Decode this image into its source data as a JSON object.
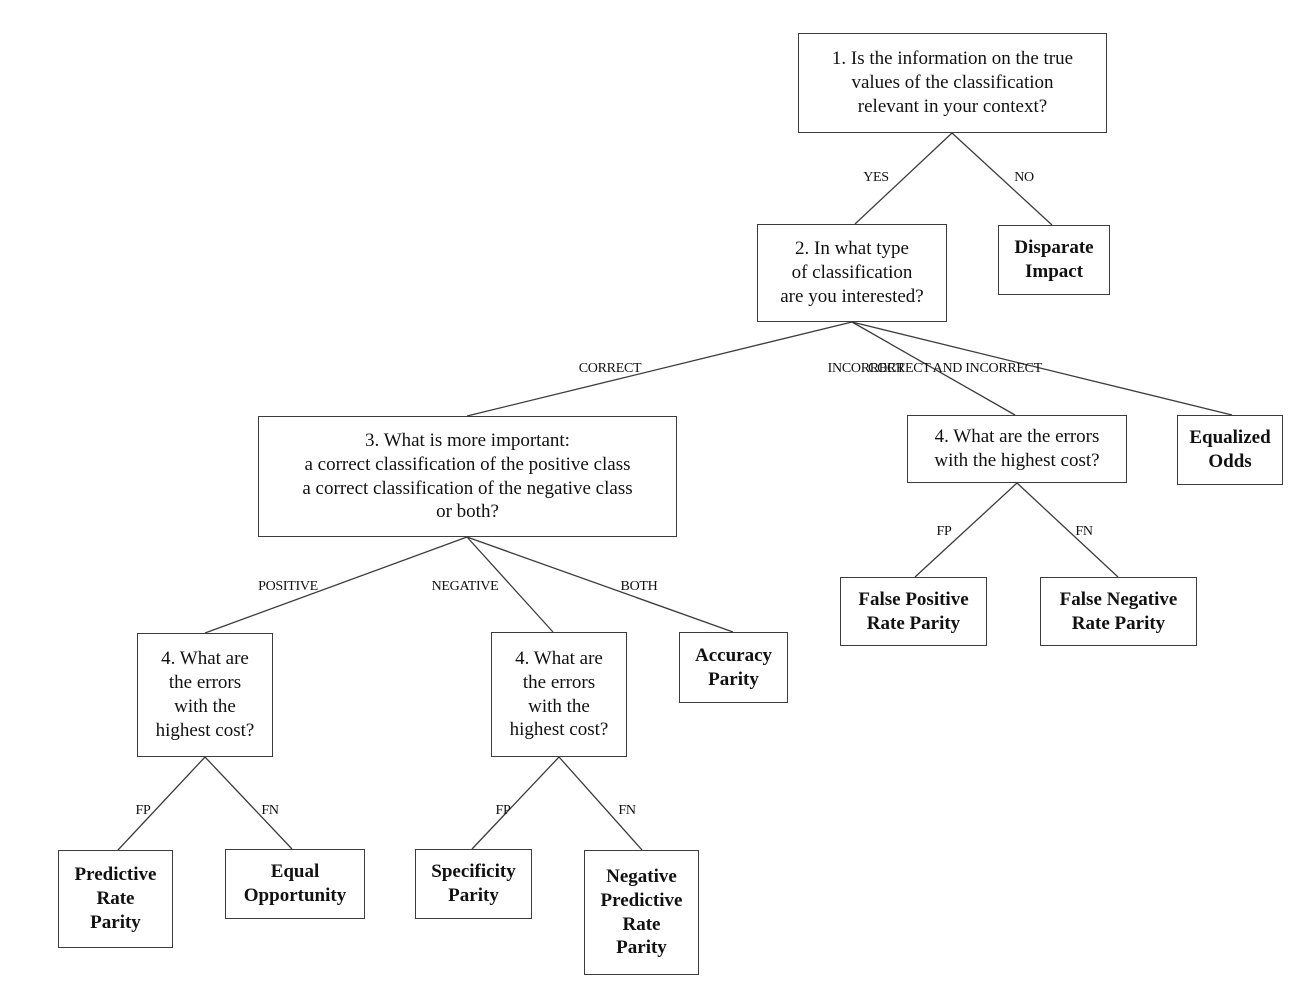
{
  "colors": {
    "background": "#ffffff",
    "box_border": "#3c3c3c",
    "connector_line": "#3c3c3c",
    "text": "#111111"
  },
  "nodes": [
    {
      "id": "q1",
      "type": "question",
      "text": "1. Is the information on the true\nvalues of the classification\nrelevant in your context?"
    },
    {
      "id": "q2",
      "type": "question",
      "text": "2. In what type\nof classification\nare you interested?"
    },
    {
      "id": "disparate-impact",
      "type": "outcome",
      "text": "Disparate\nImpact"
    },
    {
      "id": "q3",
      "type": "question",
      "text": "3. What is more important:\na correct classification of the positive class\na correct classification of the negative class\nor both?"
    },
    {
      "id": "q4-errors-incorrect",
      "type": "question",
      "text": "4. What are the errors\nwith the highest cost?"
    },
    {
      "id": "equalized-odds",
      "type": "outcome",
      "text": "Equalized\nOdds"
    },
    {
      "id": "q4-errors-positive",
      "type": "question",
      "text": "4. What are\nthe errors\nwith the\nhighest cost?"
    },
    {
      "id": "q4-errors-negative",
      "type": "question",
      "text": "4. What are\nthe errors\nwith the\nhighest cost?"
    },
    {
      "id": "accuracy-parity",
      "type": "outcome",
      "text": "Accuracy\nParity"
    },
    {
      "id": "false-positive-rate-parity",
      "type": "outcome",
      "text": "False Positive\nRate Parity"
    },
    {
      "id": "false-negative-rate-parity",
      "type": "outcome",
      "text": "False Negative\nRate Parity"
    },
    {
      "id": "predictive-rate-parity",
      "type": "outcome",
      "text": "Predictive\nRate\nParity"
    },
    {
      "id": "equal-opportunity",
      "type": "outcome",
      "text": "Equal\nOpportunity"
    },
    {
      "id": "specificity-parity",
      "type": "outcome",
      "text": "Specificity\nParity"
    },
    {
      "id": "negative-predictive-rate-parity",
      "type": "outcome",
      "text": "Negative\nPredictive\nRate\nParity"
    }
  ],
  "edges": [
    {
      "label": "YES",
      "from": "q1",
      "to": "q2"
    },
    {
      "label": "NO",
      "from": "q1",
      "to": "disparate-impact"
    },
    {
      "label": "CORRECT",
      "from": "q2",
      "to": "q3"
    },
    {
      "label": "INCORRECT",
      "from": "q2",
      "to": "q4-errors-incorrect"
    },
    {
      "label": "CORRECT AND INCORRECT",
      "from": "q2",
      "to": "equalized-odds"
    },
    {
      "label": "POSITIVE",
      "from": "q3",
      "to": "q4-errors-positive"
    },
    {
      "label": "NEGATIVE",
      "from": "q3",
      "to": "q4-errors-negative"
    },
    {
      "label": "BOTH",
      "from": "q3",
      "to": "accuracy-parity"
    },
    {
      "label": "FP",
      "from": "q4-errors-positive",
      "to": "predictive-rate-parity"
    },
    {
      "label": "FN",
      "from": "q4-errors-positive",
      "to": "equal-opportunity"
    },
    {
      "label": "FP",
      "from": "q4-errors-negative",
      "to": "specificity-parity"
    },
    {
      "label": "FN",
      "from": "q4-errors-negative",
      "to": "negative-predictive-rate-parity"
    },
    {
      "label": "FP",
      "from": "q4-errors-incorrect",
      "to": "false-positive-rate-parity"
    },
    {
      "label": "FN",
      "from": "q4-errors-incorrect",
      "to": "false-negative-rate-parity"
    }
  ]
}
